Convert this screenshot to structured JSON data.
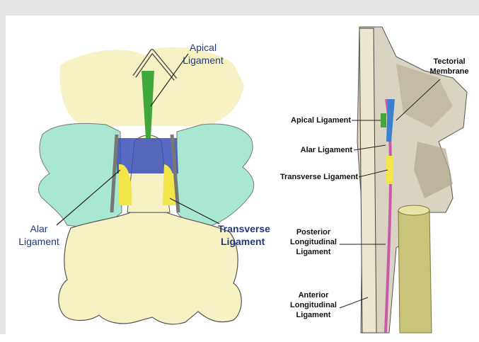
{
  "left_diagram": {
    "apical_ligament": [
      "Apical",
      "Ligament"
    ],
    "alar_ligament": [
      "Alar",
      "Ligament"
    ],
    "transverse_ligament": [
      "Transverse",
      "Ligament"
    ]
  },
  "right_diagram": {
    "tectorial_membrane": [
      "Tectorial",
      "Membrane"
    ],
    "apical_ligament": "Apical Ligament",
    "alar_ligament": "Alar Ligament",
    "transverse_ligament": "Transverse Ligament",
    "posterior_longitudinal_ligament": [
      "Posterior",
      "Longitudinal",
      "Ligament"
    ],
    "anterior_longitudinal_ligament": [
      "Anterior",
      "Longitudinal",
      "Ligament"
    ]
  },
  "colors": {
    "frame": "#e6e6e6",
    "bone_cream": "#f6f2c4",
    "mint": "#a8e8d0",
    "ligament_blue": "#3a4fb8",
    "ligament_green": "#3fa83a",
    "ligament_yellow": "#f2e64a",
    "label_blue": "#1f3b7a",
    "membrane_pink": "#c85aa8",
    "tube_olive": "#c8c47a"
  }
}
